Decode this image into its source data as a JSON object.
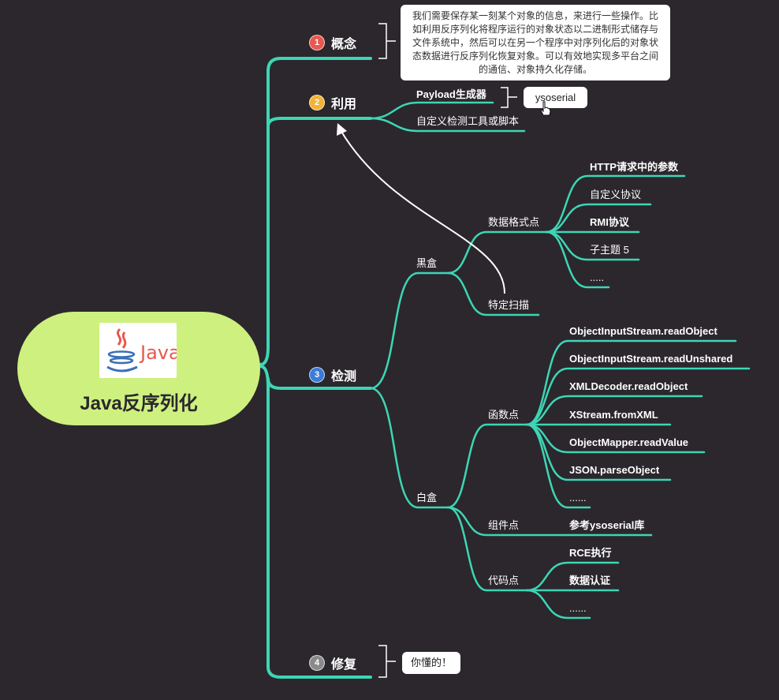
{
  "colors": {
    "background": "#2b272d",
    "branch": "#3dd6b5",
    "root_fill": "#cdf07f",
    "badge_1": "#e8584e",
    "badge_2": "#f2b233",
    "badge_3": "#3b7bd9",
    "badge_4": "#8a8a8a"
  },
  "root": {
    "title": "Java反序列化",
    "logo_text": "Java",
    "logo_icon": "java-coffee-cup-icon"
  },
  "topics": {
    "concept": {
      "number": "1",
      "label": "概念"
    },
    "usage": {
      "number": "2",
      "label": "利用"
    },
    "detect": {
      "number": "3",
      "label": "检测"
    },
    "fix": {
      "number": "4",
      "label": "修复"
    }
  },
  "notes": {
    "concept": "我们需要保存某一刻某个对象的信息，来进行一些操作。比如利用反序列化将程序运行的对象状态以二进制形式储存与文件系统中，然后可以在另一个程序中对序列化后的对象状态数据进行反序列化恢复对象。可以有效地实现多平台之间的通信、对象持久化存储。",
    "ysoserial": "ysoserial",
    "fix": "你懂的！"
  },
  "usage": {
    "payload": "Payload生成器",
    "custom_tool": "自定义检测工具或脚本"
  },
  "detect": {
    "blackbox": "黑盒",
    "data_format": "数据格式点",
    "data_format_items": [
      "HTTP请求中的参数",
      "自定义协议",
      "RMI协议",
      "子主题 5",
      "....."
    ],
    "specific_scan": "特定扫描",
    "whitebox": "白盒",
    "func_point": "函数点",
    "func_items": [
      "ObjectInputStream.readObject",
      "ObjectInputStream.readUnshared",
      "XMLDecoder.readObject",
      "XStream.fromXML",
      "ObjectMapper.readValue",
      "JSON.parseObject",
      "......"
    ],
    "component_point": "组件点",
    "component_item": "参考ysoserial库",
    "code_point": "代码点",
    "code_items": [
      "RCE执行",
      "数据认证",
      "......"
    ]
  }
}
